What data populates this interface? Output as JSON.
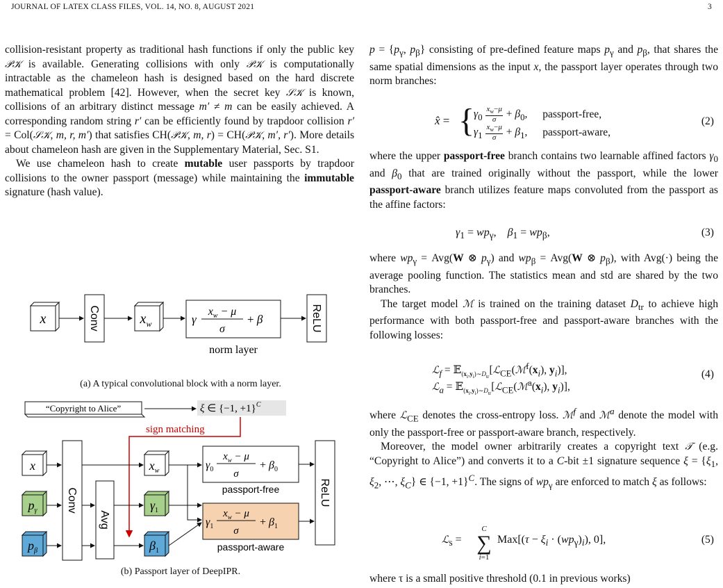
{
  "header": {
    "journal": "JOURNAL OF LATEX CLASS FILES, VOL. 14, NO. 8, AUGUST 2021",
    "page_number": "3"
  },
  "left": {
    "p1_a": "collision-resistant property as traditional hash functions if only the public key",
    "p1_b": "is available. Generating collisions with only",
    "p1_c": "is computationally intractable as the chameleon hash is designed based on the hard discrete mathematical problem [42]. However, when the secret key",
    "p1_d": "is known, collisions of an arbitrary distinct message",
    "p1_e": "can be easily achieved. A corresponding random string",
    "p1_f": "can be efficiently found by trapdoor collision",
    "p1_g": "that satisfies",
    "p1_h": ". More details about chameleon hash are given in the Supplementary Material, Sec. S1.",
    "p2_a": "We use chameleon hash to create",
    "p2_b": "mutable",
    "p2_c": "user passports by trapdoor collisions to the owner passport (message) while maintaining the",
    "p2_d": "immutable",
    "p2_e": "signature (hash value).",
    "fig_a_caption": "(a) A typical convolutional block with a norm layer.",
    "fig_b_caption": "(b) Passport layer of DeepIPR.",
    "fig": {
      "conv": "Conv",
      "relu": "ReLU",
      "avg": "Avg",
      "norm_layer": "norm layer",
      "passport_free": "passport-free",
      "passport_aware": "passport-aware",
      "copyright": "“Copyright to Alice”",
      "sign_matching": "sign matching"
    }
  },
  "right": {
    "p1_a": "consisting of pre-defined feature maps",
    "p1_b": "and",
    "p1_c": ", that shares the same spatial dimensions as the input",
    "p1_d": ", the passport layer operates through two norm branches:",
    "eq2_free": "passport-free,",
    "eq2_aware": "passport-aware,",
    "p2_a": "where the upper",
    "p2_b": "passport-free",
    "p2_c": "branch contains two learnable affined factors",
    "p2_d": "and",
    "p2_e": "that are trained originally without the passport, while the lower",
    "p2_f": "passport-aware",
    "p2_g": "branch utilizes feature maps convoluted from the passport as the affine factors:",
    "p3_a": "where",
    "p3_b": "and",
    "p3_c": ", with",
    "p3_d": "being the average pooling function. The statistics mean and std are shared by the two branches.",
    "p4_a": "The target model",
    "p4_b": "is trained on the training dataset",
    "p4_c": "to achieve high performance with both passport-free and passport-aware branches with the following losses:",
    "p5_a": "where",
    "p5_b": "denotes the cross-entropy loss.",
    "p5_c": "and",
    "p5_d": "denote the model with only the passport-free or passport-aware branch, respectively.",
    "p6_a": "Moreover, the model owner arbitrarily creates a copyright text",
    "p6_b": "(e.g. “Copyright to Alice”) and converts it to a",
    "p6_c": "-bit ±1 signature sequence",
    "p6_d": ". The signs of",
    "p6_e": "are enforced to match",
    "p6_f": "as follows:",
    "p7": "where τ is a small positive threshold (0.1 in previous works)",
    "eq_numbers": [
      "(2)",
      "(3)",
      "(4)",
      "(5)"
    ]
  }
}
